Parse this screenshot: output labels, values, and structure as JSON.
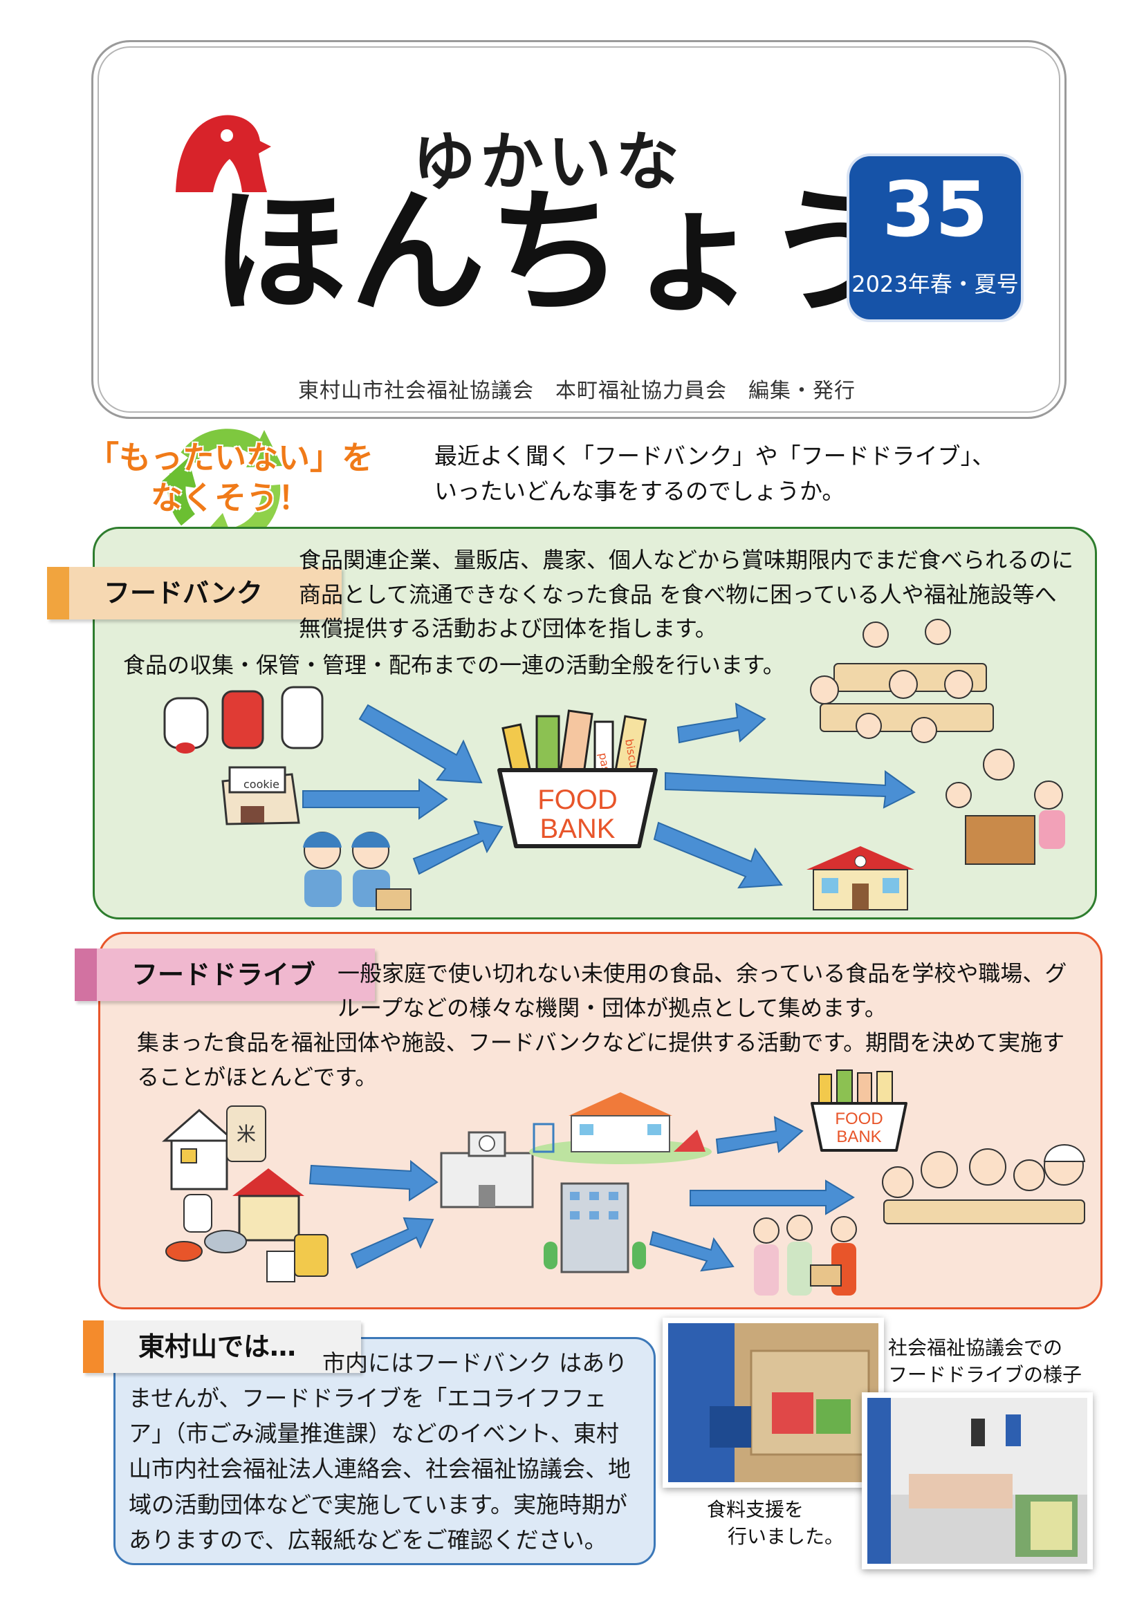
{
  "masthead": {
    "title_small": "ゆかいな",
    "title_big": "ほんちょう",
    "issue_number": "35",
    "issue_date": "2023年春・夏号",
    "publisher": "東村山市社会福祉協議会　本町福祉協力員会　編集・発行"
  },
  "intro": {
    "slogan_line1": "「もったいない」を",
    "slogan_line2": "なくそう！",
    "question_line1": "最近よく聞く「フードバンク」や「フードドライブ」、",
    "question_line2": "いったいどんな事をするのでしょうか。"
  },
  "foodbank": {
    "label": "フードバンク",
    "text1": "食品関連企業、量販店、農家、個人などから賞味期限内でまだ食べられるのに商品として流通できなくなった食品 を食べ物に困っている人や福祉施設等へ無償提供する活動および団体を指します。",
    "text2": "食品の収集・保管・管理・配布までの一連の活動全般を行います。",
    "basket_line1": "FOOD",
    "basket_line2": "BANK",
    "cookie_label": "cookie",
    "snack_label1": "pasta",
    "snack_label2": "biscuit"
  },
  "fooddrive": {
    "label": "フードドライブ",
    "text1": "一般家庭で使い切れない未使用の食品、余っている食品を学校や職場、グループなどの様々な機関・団体が拠点として集めます。",
    "text2": "集まった食品を福祉団体や施設、フードバンクなどに提供する活動です。期間を決めて実施することがほとんどです。",
    "basket_line1": "FOOD",
    "basket_line2": "BANK",
    "rice_label": "米"
  },
  "higashimurayama": {
    "label": "東村山では…",
    "text": "市内にはフードバンク はありませんが、フードドライブを「エコライフフェア」（市ごみ減量推進課）などのイベント、東村山市内社会福祉法人連絡会、社会福祉協議会、地域の活動団体などで実施しています。実施時期がありますので、広報紙などをご確認ください。",
    "caption1_line1": "社会福祉協議会での",
    "caption1_line2": "フードドライブの様子",
    "caption2_line1": "食料支援を",
    "caption2_line2": "行いました。"
  },
  "colors": {
    "accent_blue": "#1653a8",
    "green_border": "#2e7d2e",
    "orange_border": "#e8552a",
    "arrow_blue": "#4a8fd4",
    "slogan_orange": "#f07a18"
  }
}
